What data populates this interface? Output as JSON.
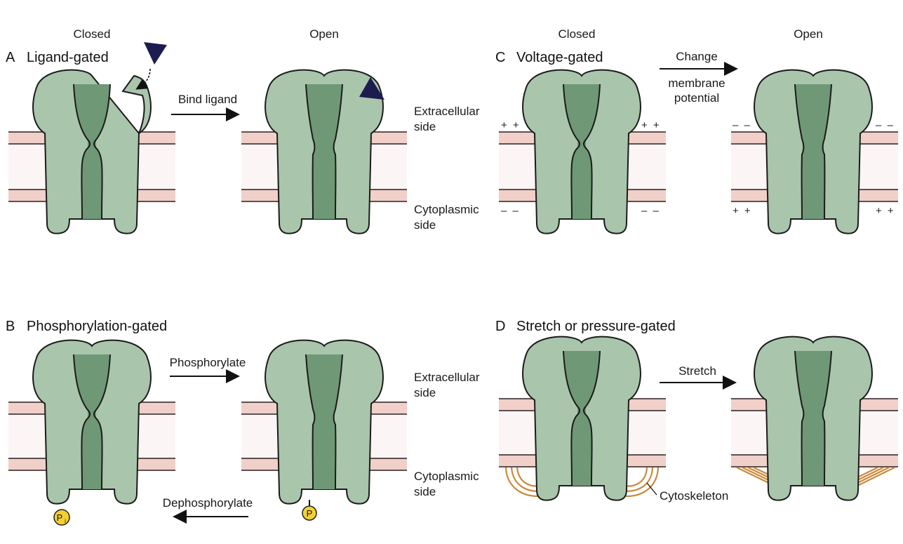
{
  "colors": {
    "channel_fill": "#a9c5ab",
    "pore_fill": "#6f9876",
    "membrane_band": "#f1d0ca",
    "membrane_core": "#fbf5f6",
    "cytoskeleton": "#c98a3b",
    "phosphate": "#f4d130",
    "ligand": "#1c1c50"
  },
  "panels": {
    "a": {
      "letter": "A",
      "title": "Ligand-gated",
      "closed": "Closed",
      "open": "Open",
      "arrow": "Bind ligand"
    },
    "b": {
      "letter": "B",
      "title": "Phosphorylation-gated",
      "arrow_forward": "Phosphorylate",
      "arrow_back": "Dephosphorylate",
      "p_free": "P",
      "p_free_sub": "i",
      "p_bound": "P"
    },
    "c": {
      "letter": "C",
      "title": "Voltage-gated",
      "closed": "Closed",
      "open": "Open",
      "arrow_line1": "Change",
      "arrow_line2": "membrane",
      "arrow_line3": "potential",
      "plus": "+ +",
      "minus": "– –"
    },
    "d": {
      "letter": "D",
      "title": "Stretch or pressure-gated",
      "arrow": "Stretch",
      "cytoskeleton": "Cytoskeleton"
    }
  },
  "side_labels": {
    "extracellular_1": "Extracellular",
    "extracellular_2": "side",
    "cytoplasmic_1": "Cytoplasmic",
    "cytoplasmic_2": "side"
  }
}
